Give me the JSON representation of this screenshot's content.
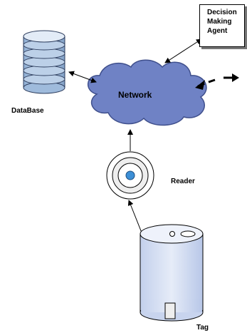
{
  "nodes": {
    "database": {
      "label": "DataBase",
      "icon": "database-icon"
    },
    "network": {
      "label": "Network",
      "icon": "cloud-icon"
    },
    "decision_agent": {
      "label_lines": [
        "Decision",
        "Making",
        "Agent"
      ]
    },
    "reader": {
      "label": "Reader",
      "icon": "rfid-reader-icon"
    },
    "tag": {
      "label": "Tag",
      "icon": "rfid-tag-icon"
    }
  },
  "colors": {
    "cloud_fill": "#6f82c5",
    "cloud_stroke": "#3f4f8c",
    "database_fill": "#bcd0e8",
    "reader_center": "#3c8fd6",
    "container_fill": "#d5dff2"
  }
}
